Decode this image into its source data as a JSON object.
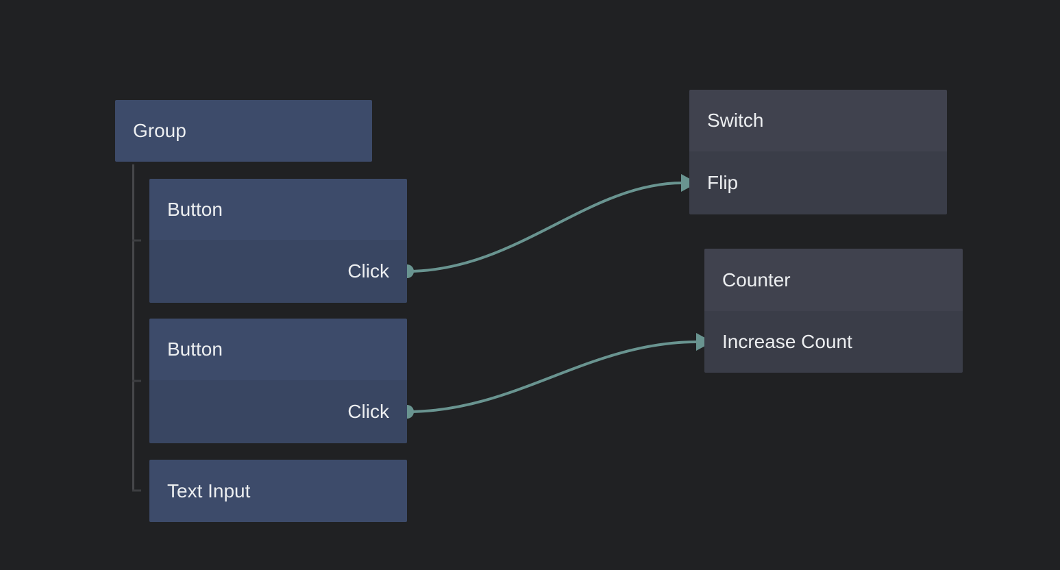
{
  "app": {
    "view": "node-graph-editor"
  },
  "colors": {
    "background": "#202123",
    "node-blue-header": "#3d4b6a",
    "node-blue-body": "#394662",
    "node-gray-header": "#40424e",
    "node-gray-body": "#3a3d48",
    "accent": "#699490",
    "tree-line": "#47484b",
    "tree-tick": "#3d3e41",
    "text": "#eceef0"
  },
  "nodes": [
    {
      "id": "group",
      "title": "Group",
      "ports": []
    },
    {
      "id": "button-1",
      "title": "Button",
      "ports": [
        {
          "label": "Click",
          "direction": "output"
        }
      ]
    },
    {
      "id": "button-2",
      "title": "Button",
      "ports": [
        {
          "label": "Click",
          "direction": "output"
        }
      ]
    },
    {
      "id": "text-input",
      "title": "Text Input",
      "ports": []
    },
    {
      "id": "switch",
      "title": "Switch",
      "ports": [
        {
          "label": "Flip",
          "direction": "input"
        }
      ]
    },
    {
      "id": "counter",
      "title": "Counter",
      "ports": [
        {
          "label": "Increase Count",
          "direction": "input"
        }
      ]
    }
  ],
  "group_children": [
    "button-1",
    "button-2",
    "text-input"
  ],
  "edges": [
    {
      "source_node": "button-1",
      "source_port": "Click",
      "target_node": "switch",
      "target_port": "Flip"
    },
    {
      "source_node": "button-2",
      "source_port": "Click",
      "target_node": "counter",
      "target_port": "Increase Count"
    }
  ]
}
